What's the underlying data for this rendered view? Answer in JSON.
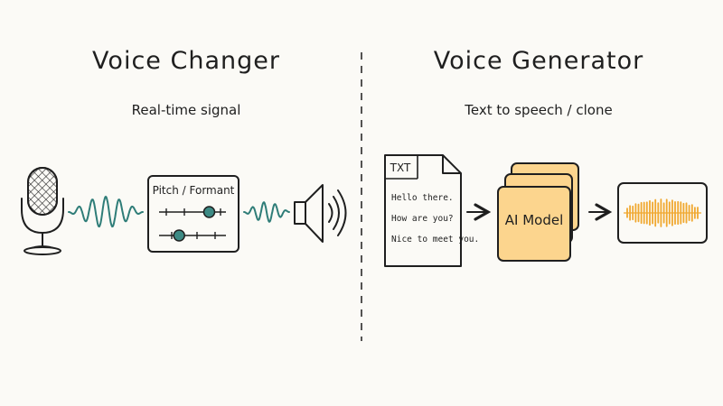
{
  "left": {
    "title": "Voice Changer",
    "subtitle": "Real-time signal",
    "control_panel_label": "Pitch / Formant",
    "slider_levels": [
      0.75,
      0.3
    ]
  },
  "right": {
    "title": "Voice Generator",
    "subtitle": "Text to speech / clone",
    "document_tag": "TXT",
    "document_lines": [
      "Hello there.",
      "How are you?",
      "Nice to meet you."
    ],
    "model_label": "AI Model"
  },
  "colors": {
    "background": "#fbfaf6",
    "ink": "#1f1f1f",
    "wave_teal": "#2f7d78",
    "slider_knob": "#3d8a84",
    "model_fill": "#fcd58e",
    "waveform_orange": "#f0a830"
  },
  "icons": [
    "microphone-icon",
    "speaker-icon",
    "text-document-icon",
    "arrow-right-icon"
  ]
}
